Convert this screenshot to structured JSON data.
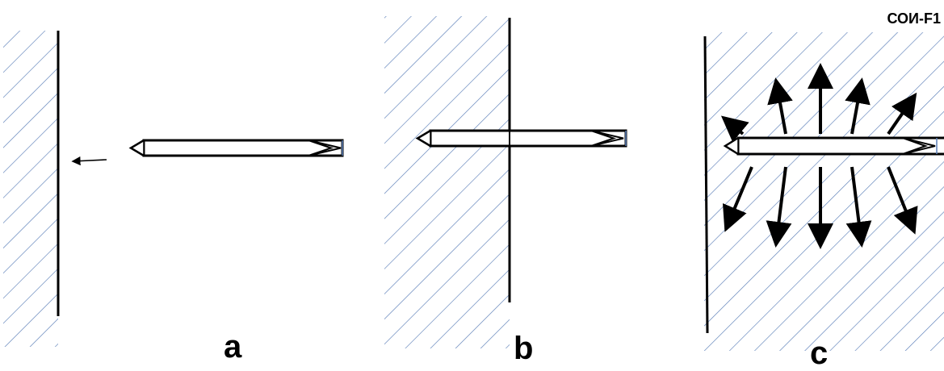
{
  "header": {
    "code": "СОИ-F1"
  },
  "panels": [
    {
      "id": "a",
      "label": "a"
    },
    {
      "id": "b",
      "label": "b"
    },
    {
      "id": "c",
      "label": "c"
    }
  ],
  "colors": {
    "ink": "#000000",
    "hatch": "#5b7fb8",
    "background": "#ffffff"
  }
}
